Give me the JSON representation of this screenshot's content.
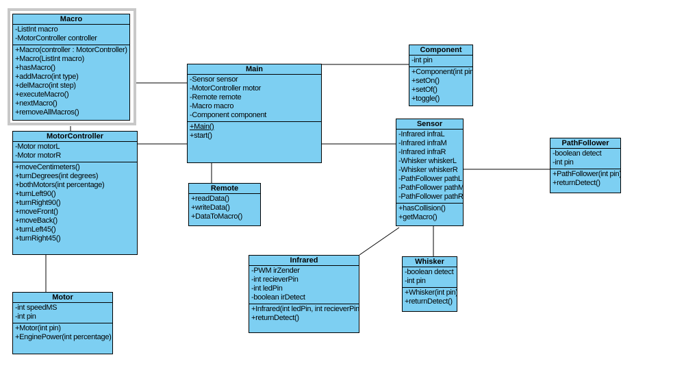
{
  "diagram": {
    "type": "uml-class-diagram",
    "background": "#ffffff",
    "class_fill": "#7dcff2",
    "border_color": "#000000",
    "selection_frame_color": "#c8c8c8"
  },
  "classes": {
    "macro": {
      "name": "Macro",
      "selected": true,
      "attributes": [
        "-ListInt macro",
        "-MotorController controller"
      ],
      "methods": [
        "+Macro(controller : MotorController)",
        "+Macro(ListInt macro)",
        "+hasMacro()",
        "+addMacro(int type)",
        "+delMacro(int step)",
        "+executeMacro()",
        "+nextMacro()",
        "+removeAllMacros()"
      ]
    },
    "motorcontroller": {
      "name": "MotorController",
      "attributes": [
        "-Motor motorL",
        "-Motor motorR"
      ],
      "methods": [
        "+moveCentimeters()",
        "+turnDegrees(int degrees)",
        "+bothMotors(int percentage)",
        "+turnLeft90()",
        "+turnRight90()",
        "+moveFront()",
        "+moveBack()",
        "+turnLeft45()",
        "+turnRight45()"
      ]
    },
    "motor": {
      "name": "Motor",
      "attributes": [
        "-int speedMS",
        "-int pin"
      ],
      "methods": [
        "+Motor(int pin)",
        "+EnginePower(int percentage)"
      ]
    },
    "main": {
      "name": "Main",
      "attributes": [
        "-Sensor sensor",
        "-MotorController motor",
        "-Remote remote",
        "-Macro macro",
        "-Component component"
      ],
      "methods": [
        {
          "text": "+Main()",
          "underline": true
        },
        "+start()"
      ]
    },
    "remote": {
      "name": "Remote",
      "methods": [
        "+readData()",
        "+writeData()",
        "+DataToMacro()"
      ]
    },
    "component": {
      "name": "Component",
      "attributes": [
        "-int pin"
      ],
      "methods": [
        "+Component(int pin)",
        "+setOn()",
        "+setOf()",
        "+toggle()"
      ]
    },
    "sensor": {
      "name": "Sensor",
      "attributes": [
        "-Infrared infraL",
        "-Infrared infraM",
        "-Infrared infraR",
        "-Whisker whiskerL",
        "-Whisker whiskerR",
        "-PathFollower pathL",
        "-PathFollower pathM",
        "-PathFollower pathR"
      ],
      "methods": [
        "+hasCollision()",
        "+getMacro()"
      ]
    },
    "pathfollower": {
      "name": "PathFollower",
      "attributes": [
        "-boolean detect",
        "-int pin"
      ],
      "methods": [
        "+PathFollower(int pin)",
        "+returnDetect()"
      ]
    },
    "infrared": {
      "name": "Infrared",
      "attributes": [
        "-PWM irZender",
        "-int recieverPin",
        "-int ledPin",
        "-boolean irDetect"
      ],
      "methods": [
        "+Infrared(int ledPin, int recieverPin)",
        "+returnDetect()"
      ]
    },
    "whisker": {
      "name": "Whisker",
      "attributes": [
        "-boolean detect",
        "-int pin"
      ],
      "methods": [
        "+Whisker(int pin)",
        "+returnDetect()"
      ]
    }
  },
  "relationships": [
    {
      "from": "Macro",
      "to": "Main"
    },
    {
      "from": "Macro",
      "to": "MotorController"
    },
    {
      "from": "MotorController",
      "to": "Main"
    },
    {
      "from": "MotorController",
      "to": "Motor"
    },
    {
      "from": "Main",
      "to": "Remote"
    },
    {
      "from": "Main",
      "to": "Component"
    },
    {
      "from": "Main",
      "to": "Sensor"
    },
    {
      "from": "Sensor",
      "to": "PathFollower"
    },
    {
      "from": "Sensor",
      "to": "Whisker"
    },
    {
      "from": "Sensor",
      "to": "Infrared"
    }
  ]
}
